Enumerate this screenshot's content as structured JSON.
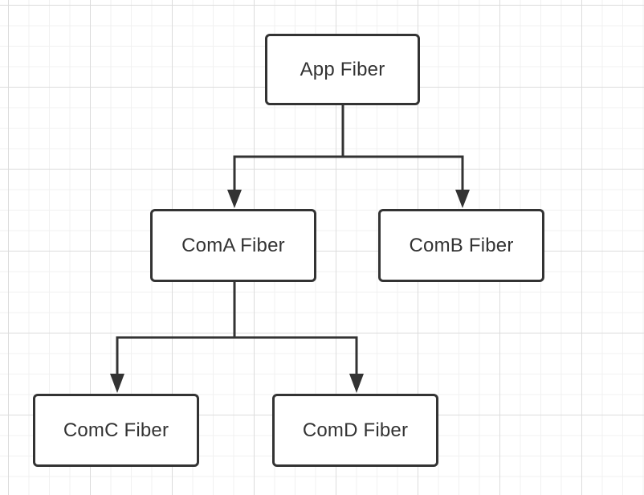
{
  "nodes": {
    "app": "App Fiber",
    "coma": "ComA Fiber",
    "comb": "ComB Fiber",
    "comc": "ComC Fiber",
    "comd": "ComD Fiber"
  },
  "edges": [
    {
      "from": "App Fiber",
      "to": "ComA Fiber"
    },
    {
      "from": "App Fiber",
      "to": "ComB Fiber"
    },
    {
      "from": "ComA Fiber",
      "to": "ComC Fiber"
    },
    {
      "from": "ComA Fiber",
      "to": "ComD Fiber"
    }
  ],
  "colors": {
    "stroke": "#333333",
    "text": "#333333",
    "node_fill": "#ffffff",
    "grid_major": "#dcdcdc",
    "grid_minor": "#f1f1f1"
  }
}
